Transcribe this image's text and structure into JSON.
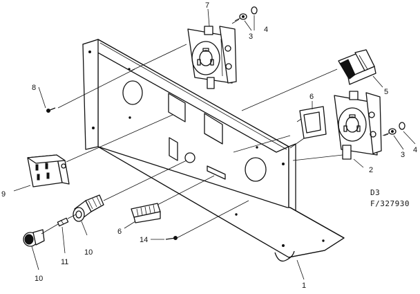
{
  "labels": {
    "l1": "1",
    "l2": "2",
    "l3a": "3",
    "l3b": "3",
    "l4a": "4",
    "l4b": "4",
    "l5": "5",
    "l6a": "6",
    "l6b": "6",
    "l7": "7",
    "l8": "8",
    "l9": "9",
    "l10a": "10",
    "l10b": "10",
    "l11": "11",
    "l14": "14"
  },
  "drawing_codes": {
    "line1": "D3",
    "line2": "F/327930"
  },
  "icons": [
    "outlet-receptacle",
    "duplex-outlet",
    "rocker-switch",
    "fuse-holder",
    "circuit-breaker",
    "screw",
    "washer",
    "nut"
  ]
}
